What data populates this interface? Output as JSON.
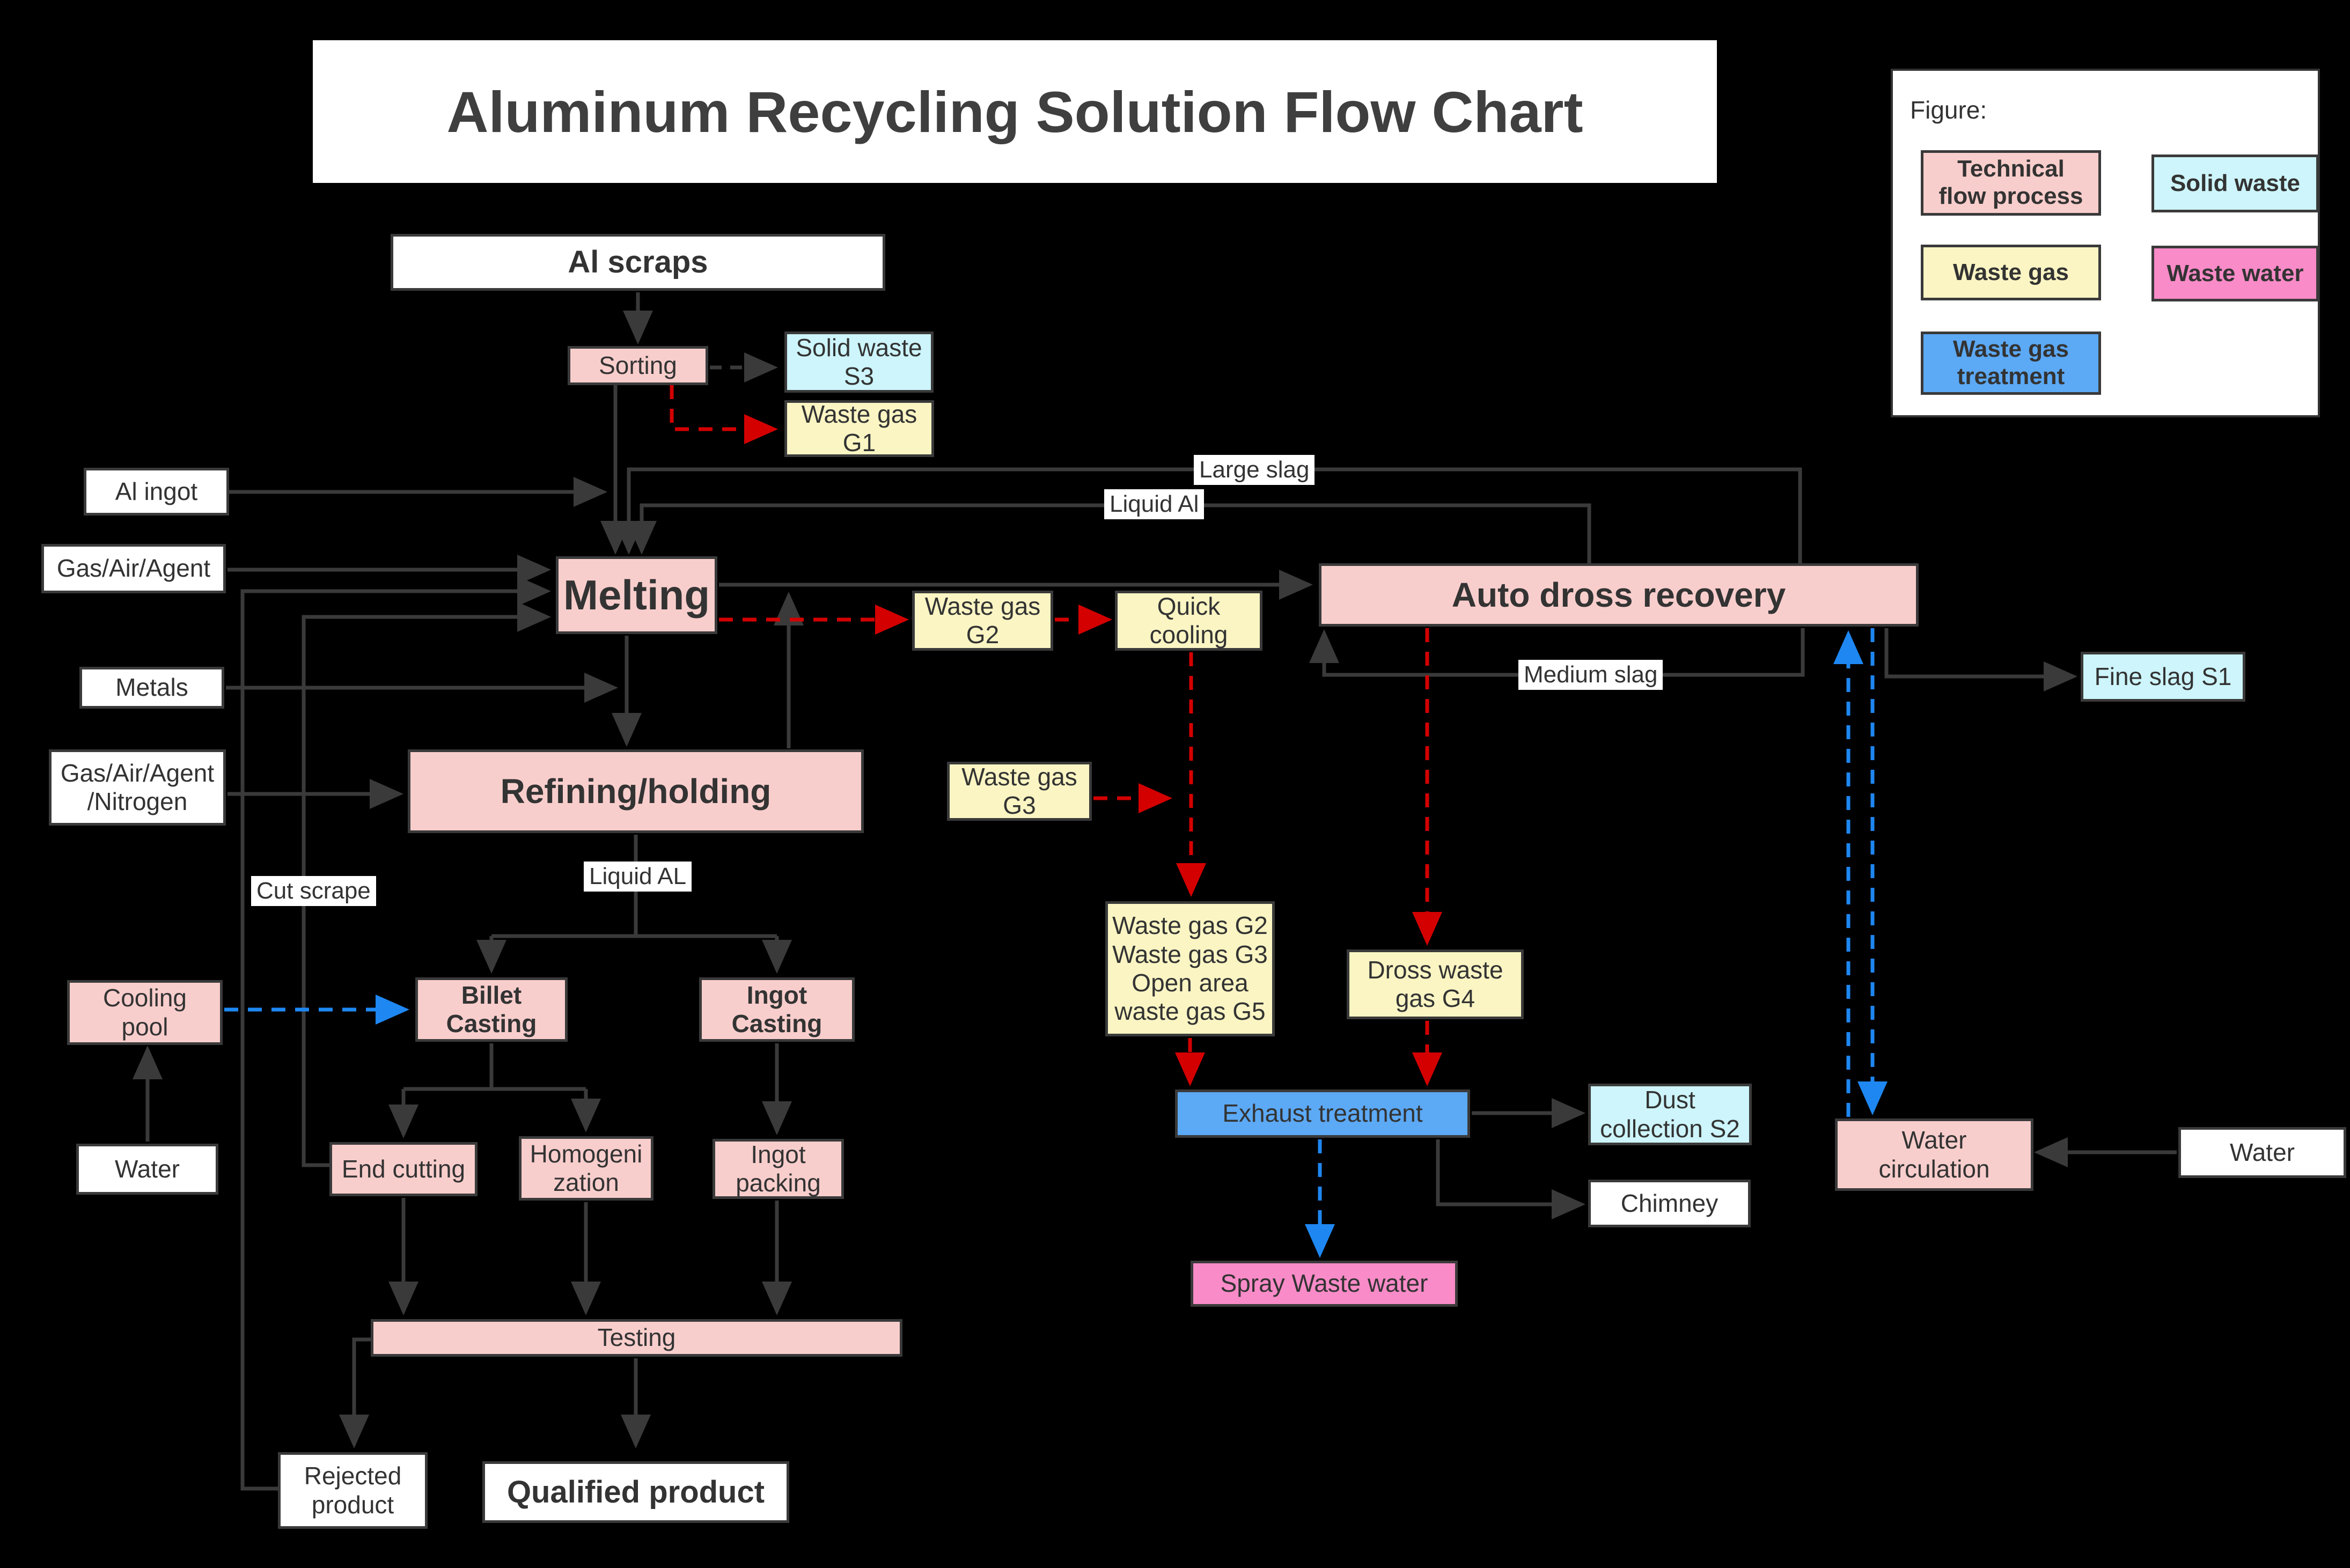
{
  "title": "Aluminum Recycling Solution Flow Chart",
  "legend": {
    "heading": "Figure:",
    "items": [
      {
        "label": "Technical\nflow process",
        "color": "#f8cecc"
      },
      {
        "label": "Solid waste",
        "color": "#cdf5fb"
      },
      {
        "label": "Waste gas",
        "color": "#faf5c3"
      },
      {
        "label": "Waste water",
        "color": "#f98bc8"
      },
      {
        "label": "Waste gas\ntreatment",
        "color": "#5ca9f5"
      }
    ]
  },
  "nodes": {
    "al_scraps": "Al scraps",
    "sorting": "Sorting",
    "solid_waste_s3": "Solid waste\nS3",
    "waste_gas_g1": "Waste gas\nG1",
    "al_ingot": "Al ingot",
    "gas_air_agent": "Gas/Air/Agent",
    "melting": "Melting",
    "metals": "Metals",
    "gas_air_agent_nitrogen": "Gas/Air/Agent\n/Nitrogen",
    "refining_holding": "Refining/holding",
    "waste_gas_g2": "Waste gas\nG2",
    "quick_cooling": "Quick\ncooling",
    "auto_dross_recovery": "Auto dross recovery",
    "fine_slag_s1": "Fine slag S1",
    "waste_gas_g3": "Waste gas\nG3",
    "waste_gas_g5": "Waste gas G2\nWaste gas G3\nOpen area\nwaste gas G5",
    "dross_waste_gas_g4": "Dross waste\ngas G4",
    "cooling_pool": "Cooling\npool",
    "billet_casting": "Billet\nCasting",
    "ingot_casting": "Ingot\nCasting",
    "water_left": "Water",
    "end_cutting": "End cutting",
    "homogenization": "Homogeni\nzation",
    "ingot_packing": "Ingot\npacking",
    "exhaust_treatment": "Exhaust treatment",
    "dust_collection_s2": "Dust\ncollection S2",
    "chimney": "Chimney",
    "water_circulation": "Water\ncirculation",
    "water_right": "Water",
    "spray_waste_water": "Spray Waste water",
    "testing": "Testing",
    "rejected_product": "Rejected\nproduct",
    "qualified_product": "Qualified product"
  },
  "labels": {
    "large_slag": "Large slag",
    "liquid_al": "Liquid Al",
    "medium_slag": "Medium slag",
    "cut_scrape": "Cut scrape",
    "liquid_al2": "Liquid AL"
  },
  "colors": {
    "background": "#000000",
    "process": "#f8cecc",
    "solid_waste": "#cdf5fb",
    "waste_gas": "#faf5c3",
    "waste_water": "#f98bc8",
    "waste_gas_treatment": "#5ca9f5",
    "flow_line": "#3a3a3a",
    "waste_gas_line": "#d40000",
    "water_line": "#1e87f2"
  }
}
